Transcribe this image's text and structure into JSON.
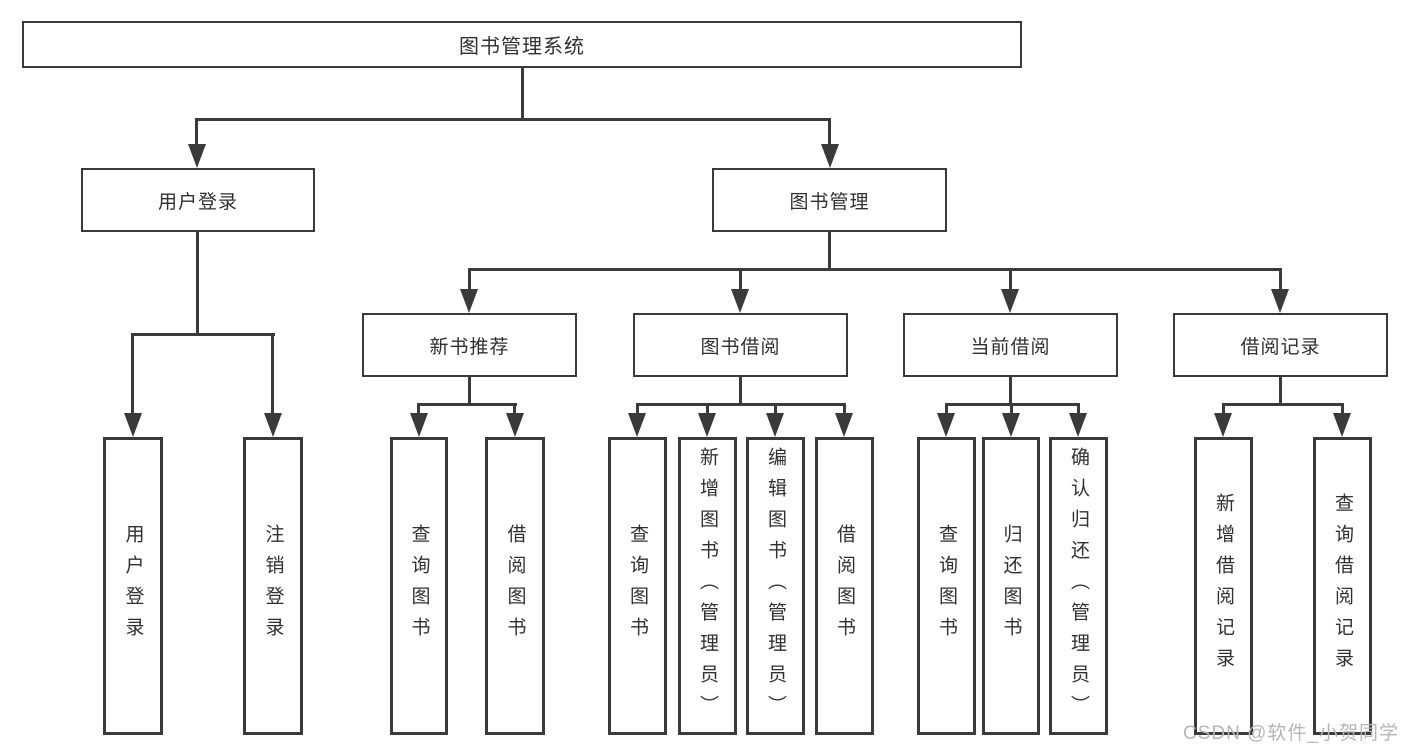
{
  "tree": {
    "root": "图书管理系统",
    "level2": [
      {
        "label": "用户登录",
        "leaves": [
          "用户登录",
          "注销登录"
        ]
      },
      {
        "label": "图书管理",
        "children": [
          {
            "label": "新书推荐",
            "leaves": [
              "查询图书",
              "借阅图书"
            ]
          },
          {
            "label": "图书借阅",
            "leaves": [
              "查询图书",
              "新增图书（管理员）",
              "编辑图书（管理员）",
              "借阅图书"
            ]
          },
          {
            "label": "当前借阅",
            "leaves": [
              "查询图书",
              "归还图书",
              "确认归还（管理员）"
            ]
          },
          {
            "label": "借阅记录",
            "leaves": [
              "新增借阅记录",
              "查询借阅记录"
            ]
          }
        ]
      }
    ]
  },
  "watermark": "CSDN @软件_小贺同学",
  "colors": {
    "line": "#3a3a3a",
    "text": "#303030",
    "watermark": "#b6b6b6",
    "background": "#ffffff"
  }
}
